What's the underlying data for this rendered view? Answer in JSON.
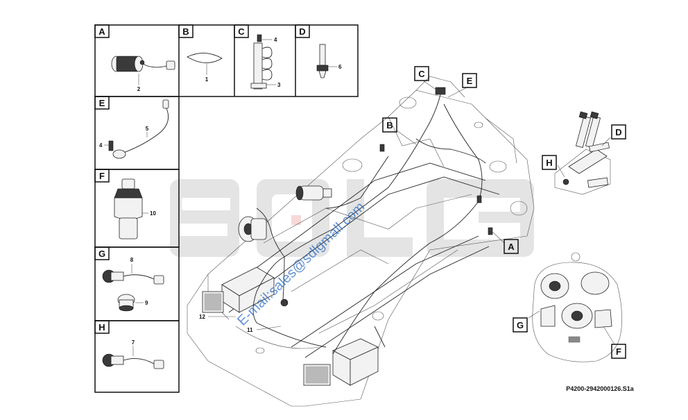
{
  "panels": [
    {
      "letter": "A",
      "parts": [
        "2"
      ]
    },
    {
      "letter": "B",
      "parts": [
        "1"
      ]
    },
    {
      "letter": "C",
      "parts": [
        "4",
        "3"
      ]
    },
    {
      "letter": "D",
      "parts": [
        "6"
      ]
    },
    {
      "letter": "E",
      "parts": [
        "5",
        "4"
      ]
    },
    {
      "letter": "F",
      "parts": [
        "10"
      ]
    },
    {
      "letter": "G",
      "parts": [
        "8",
        "9"
      ]
    },
    {
      "letter": "H",
      "parts": [
        "7"
      ]
    }
  ],
  "callouts": {
    "main": [
      "C",
      "E",
      "B",
      "A"
    ],
    "upper_right": [
      "D",
      "H"
    ],
    "lower_right": [
      "G",
      "F"
    ],
    "main_parts": [
      "12",
      "11"
    ]
  },
  "watermark": {
    "logo": "SDLG",
    "email": "E-mail:sales@sdlgmall.com"
  },
  "drawing_code": "P4200-2942000126.S1a"
}
